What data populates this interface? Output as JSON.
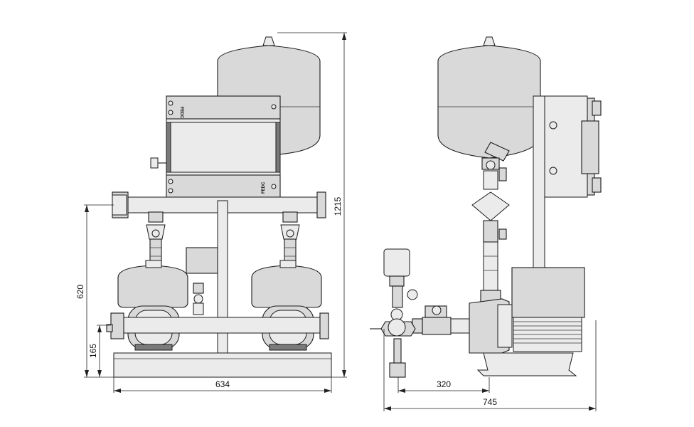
{
  "dimensions": {
    "total_height": "1215",
    "manifold_height": "620",
    "base_height": "165",
    "front_width": "634",
    "side_offset": "320",
    "side_depth": "745"
  },
  "brand_label": "FEDC"
}
